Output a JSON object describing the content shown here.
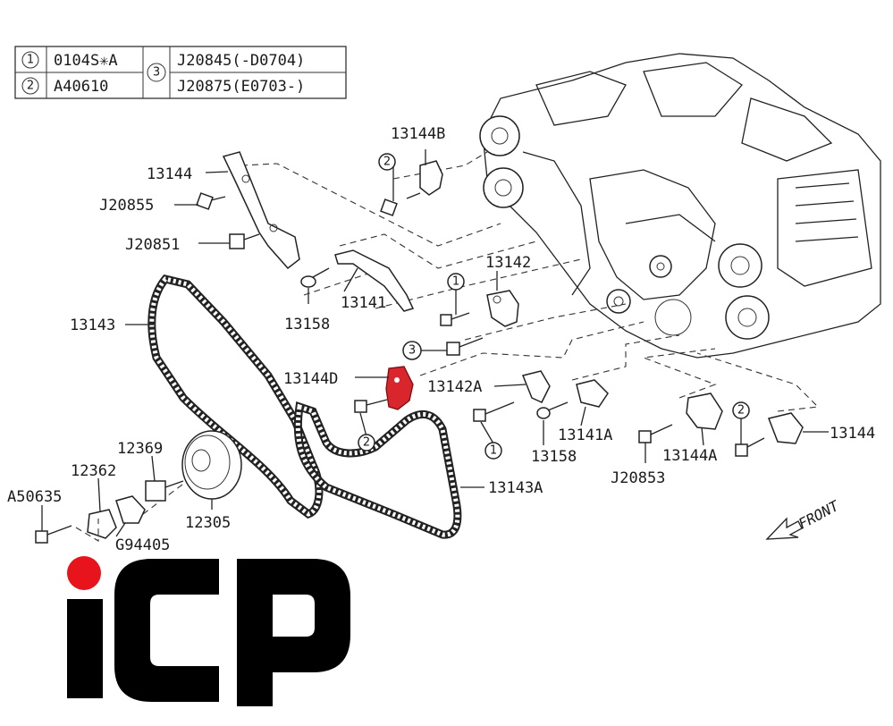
{
  "legend": {
    "rows": [
      {
        "ref": "1",
        "code": "0104S✳A"
      },
      {
        "ref": "2",
        "code": "A40610"
      }
    ],
    "ref3": "3",
    "ref3_codes": [
      "J20845(-D0704)",
      "J20875(E0703-)"
    ]
  },
  "callouts": {
    "p13144B": "13144B",
    "p13144_top": "13144",
    "pJ20855": "J20855",
    "pJ20851": "J20851",
    "p13142": "13142",
    "p13141": "13141",
    "p13143": "13143",
    "p13158_a": "13158",
    "p13144D": "13144D",
    "p13142A": "13142A",
    "p12369": "12369",
    "p12362": "12362",
    "p13141A": "13141A",
    "p13158_b": "13158",
    "p13144_right": "13144",
    "pA50635": "A50635",
    "p13144A": "13144A",
    "pJ20853": "J20853",
    "p13143A": "13143A",
    "p12305": "12305",
    "pG94405": "G94405"
  },
  "circled_refs": {
    "c_13144B": "2",
    "c_13142": "1",
    "c_13142_3": "3",
    "c_13144D": "2",
    "c_13142A": "1",
    "c_13144_right": "2"
  },
  "front_label": "FRONT",
  "logo": {
    "text": "iCP",
    "dot_color": "#e8141b",
    "letter_color": "#000000"
  },
  "highlight_color": "#d9262c"
}
